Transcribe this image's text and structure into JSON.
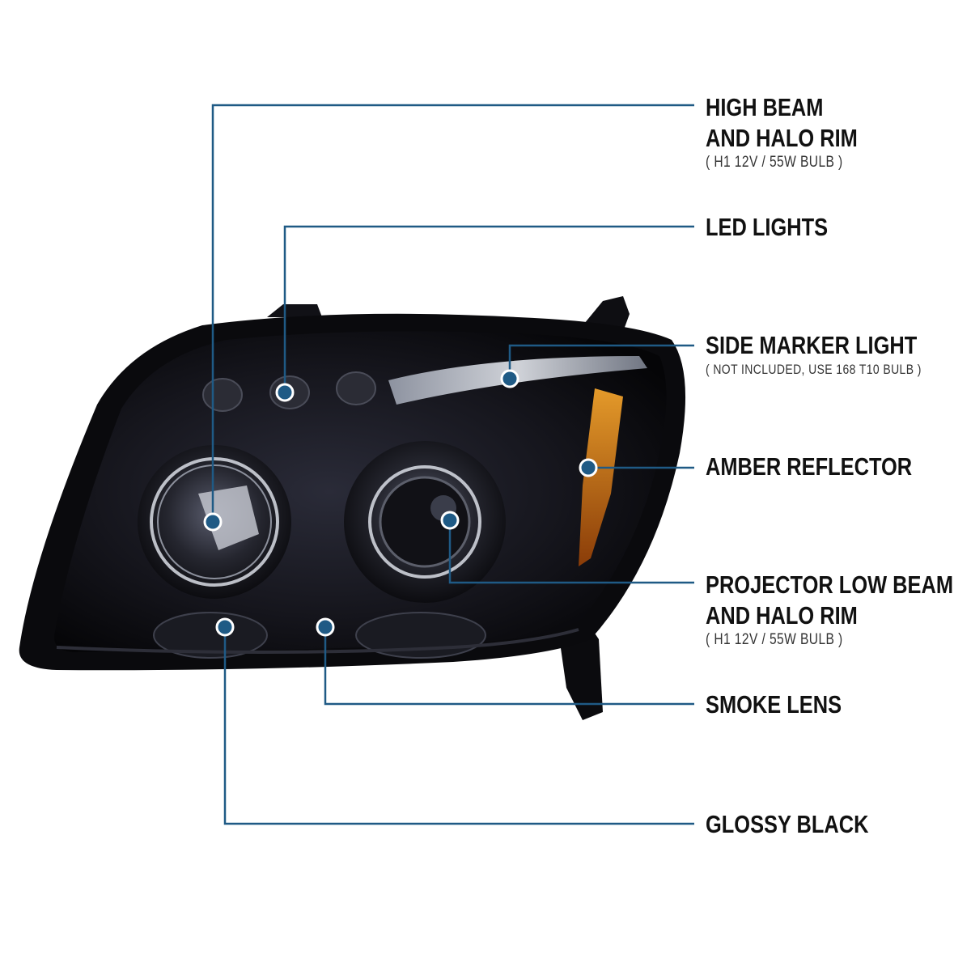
{
  "colors": {
    "callout_line": "#1f5a85",
    "callout_dot": "#1f5a85",
    "label_text": "#111111",
    "amber": "#c8780f"
  },
  "callouts": [
    {
      "title": [
        "HIGH BEAM",
        "AND HALO RIM"
      ],
      "note": "( H1  12V / 55W  BULB )"
    },
    {
      "title": [
        "LED LIGHTS"
      ],
      "note": ""
    },
    {
      "title": [
        "SIDE MARKER LIGHT"
      ],
      "note": "( NOT INCLUDED, USE  168 T10  BULB )"
    },
    {
      "title": [
        "AMBER REFLECTOR"
      ],
      "note": ""
    },
    {
      "title": [
        "PROJECTOR LOW BEAM",
        "AND HALO RIM"
      ],
      "note": "( H1  12V / 55W  BULB )"
    },
    {
      "title": [
        "SMOKE LENS"
      ],
      "note": ""
    },
    {
      "title": [
        "GLOSSY BLACK"
      ],
      "note": ""
    }
  ]
}
